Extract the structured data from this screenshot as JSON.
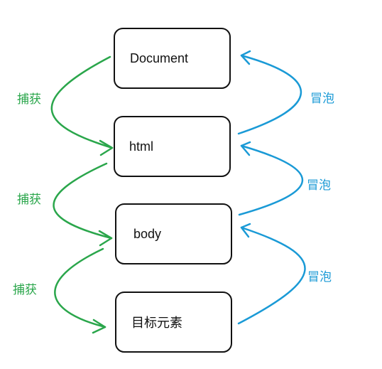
{
  "nodes": [
    {
      "label": "Document"
    },
    {
      "label": "html"
    },
    {
      "label": "body"
    },
    {
      "label": "目标元素"
    }
  ],
  "capture_label": "捕获",
  "bubble_label": "冒泡",
  "colors": {
    "capture": "#2aa64b",
    "bubble": "#1a9ad6",
    "border": "#111111"
  }
}
